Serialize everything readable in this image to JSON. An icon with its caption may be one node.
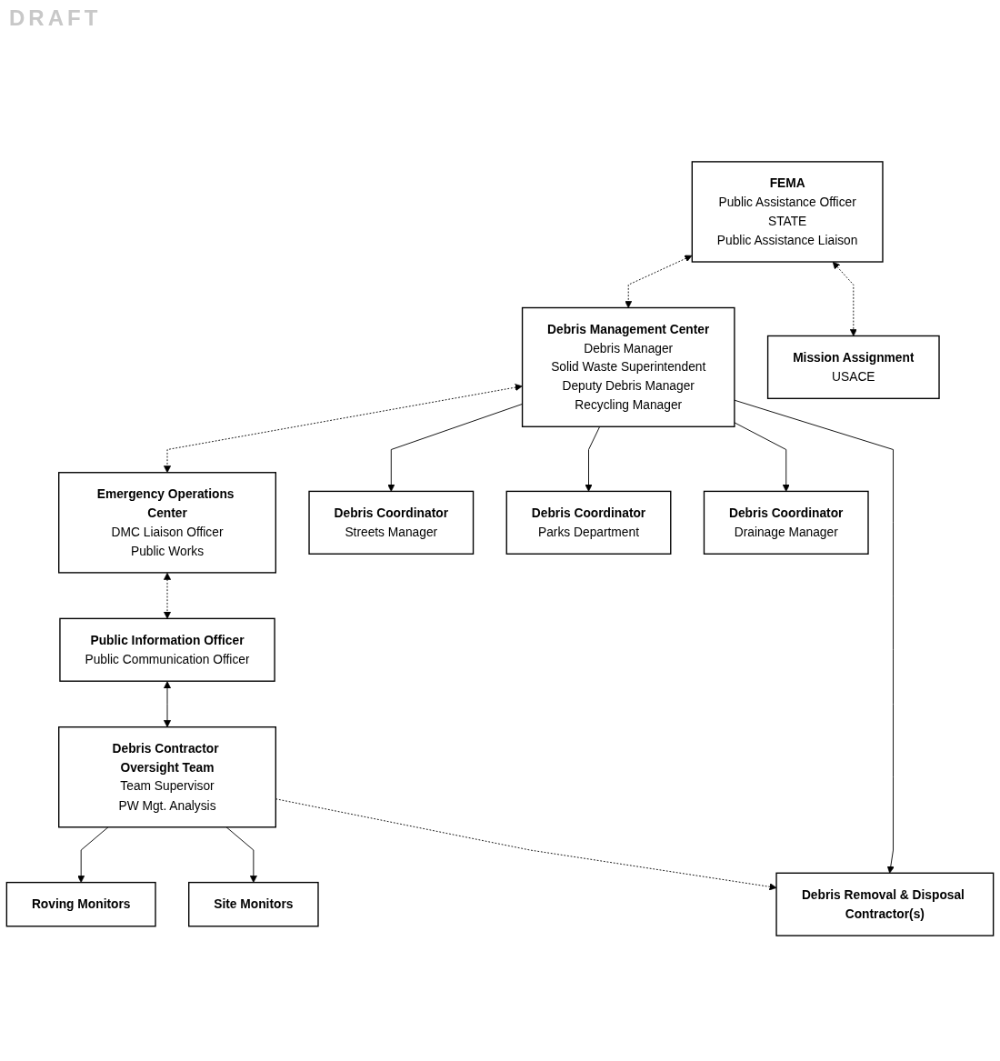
{
  "diagram": {
    "nodes": [
      {
        "text": [
          "FEMA",
          "Public Assistance Officer",
          "STATE",
          "Public Assistance Liaison"
        ]
      },
      {
        "text": [
          "Debris Management Center",
          "Debris Manager",
          "Solid Waste Superintendent",
          "Deputy Debris Manager",
          "Recycling Manager"
        ]
      },
      {
        "text": [
          "Emergency Operations Center",
          "DMC Liaison Officer",
          "Public Works"
        ]
      },
      {
        "text": [
          "Mission Assignment",
          "USACE"
        ]
      },
      {
        "text": [
          "Public Information Officer",
          "Public Communication Officer"
        ]
      },
      {
        "text": [
          "Debris Contractor Oversight Team",
          "Team Supervisor",
          "PW Mgt. Analysis"
        ]
      },
      {
        "text": [
          "Roving Monitors"
        ]
      },
      {
        "text": [
          "Site Monitors"
        ]
      },
      {
        "text": [
          "Debris Removal & Disposal Contractor(s)"
        ]
      },
      {
        "text": [
          "Debris Coordinator",
          "Streets Manager"
        ]
      },
      {
        "text": [
          "Debris Coordinator",
          "Parks Department"
        ]
      },
      {
        "text": [
          "Debris Coordinator",
          "Drainage Manager"
        ]
      }
    ],
    "edges": [
      {
        "from": 0,
        "to": 1,
        "arrow": "both",
        "style": "dashed"
      },
      {
        "from": 1,
        "to": 2,
        "arrow": "both",
        "style": "dashed"
      },
      {
        "from": 0,
        "to": 3,
        "arrow": "both",
        "style": "dashed"
      },
      {
        "from": 2,
        "to": 4,
        "arrow": "both",
        "style": "dashed"
      },
      {
        "from": 4,
        "to": 5,
        "arrow": "both"
      },
      {
        "from": 5,
        "to": 6,
        "arrow": "to"
      },
      {
        "from": 5,
        "to": 7,
        "arrow": "to"
      },
      {
        "from": 5,
        "to": 8,
        "arrow": "to",
        "style": "dashed"
      },
      {
        "from": 1,
        "to": 8,
        "arrow": "to"
      },
      {
        "from": 1,
        "to": 9,
        "arrow": "to"
      },
      {
        "from": 1,
        "to": 10,
        "arrow": "to"
      },
      {
        "from": 1,
        "to": 11,
        "arrow": "to"
      }
    ],
    "labels": [
      "DRAFT"
    ]
  }
}
